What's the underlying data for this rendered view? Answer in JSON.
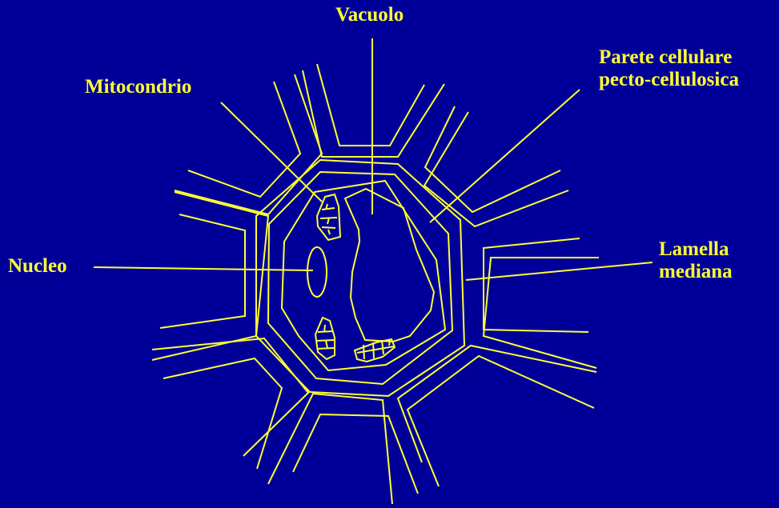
{
  "labels": {
    "vacuolo": "Vacuolo",
    "parete_line1": "Parete cellulare",
    "parete_line2": "pecto-cellulosica",
    "mitocondrio": "Mitocondrio",
    "nucleo": "Nucleo",
    "lamella_line1": "Lamella",
    "lamella_line2": "mediana"
  },
  "colors": {
    "background": "#000099",
    "line": "#FFFF33",
    "text": "#FFFF33"
  }
}
